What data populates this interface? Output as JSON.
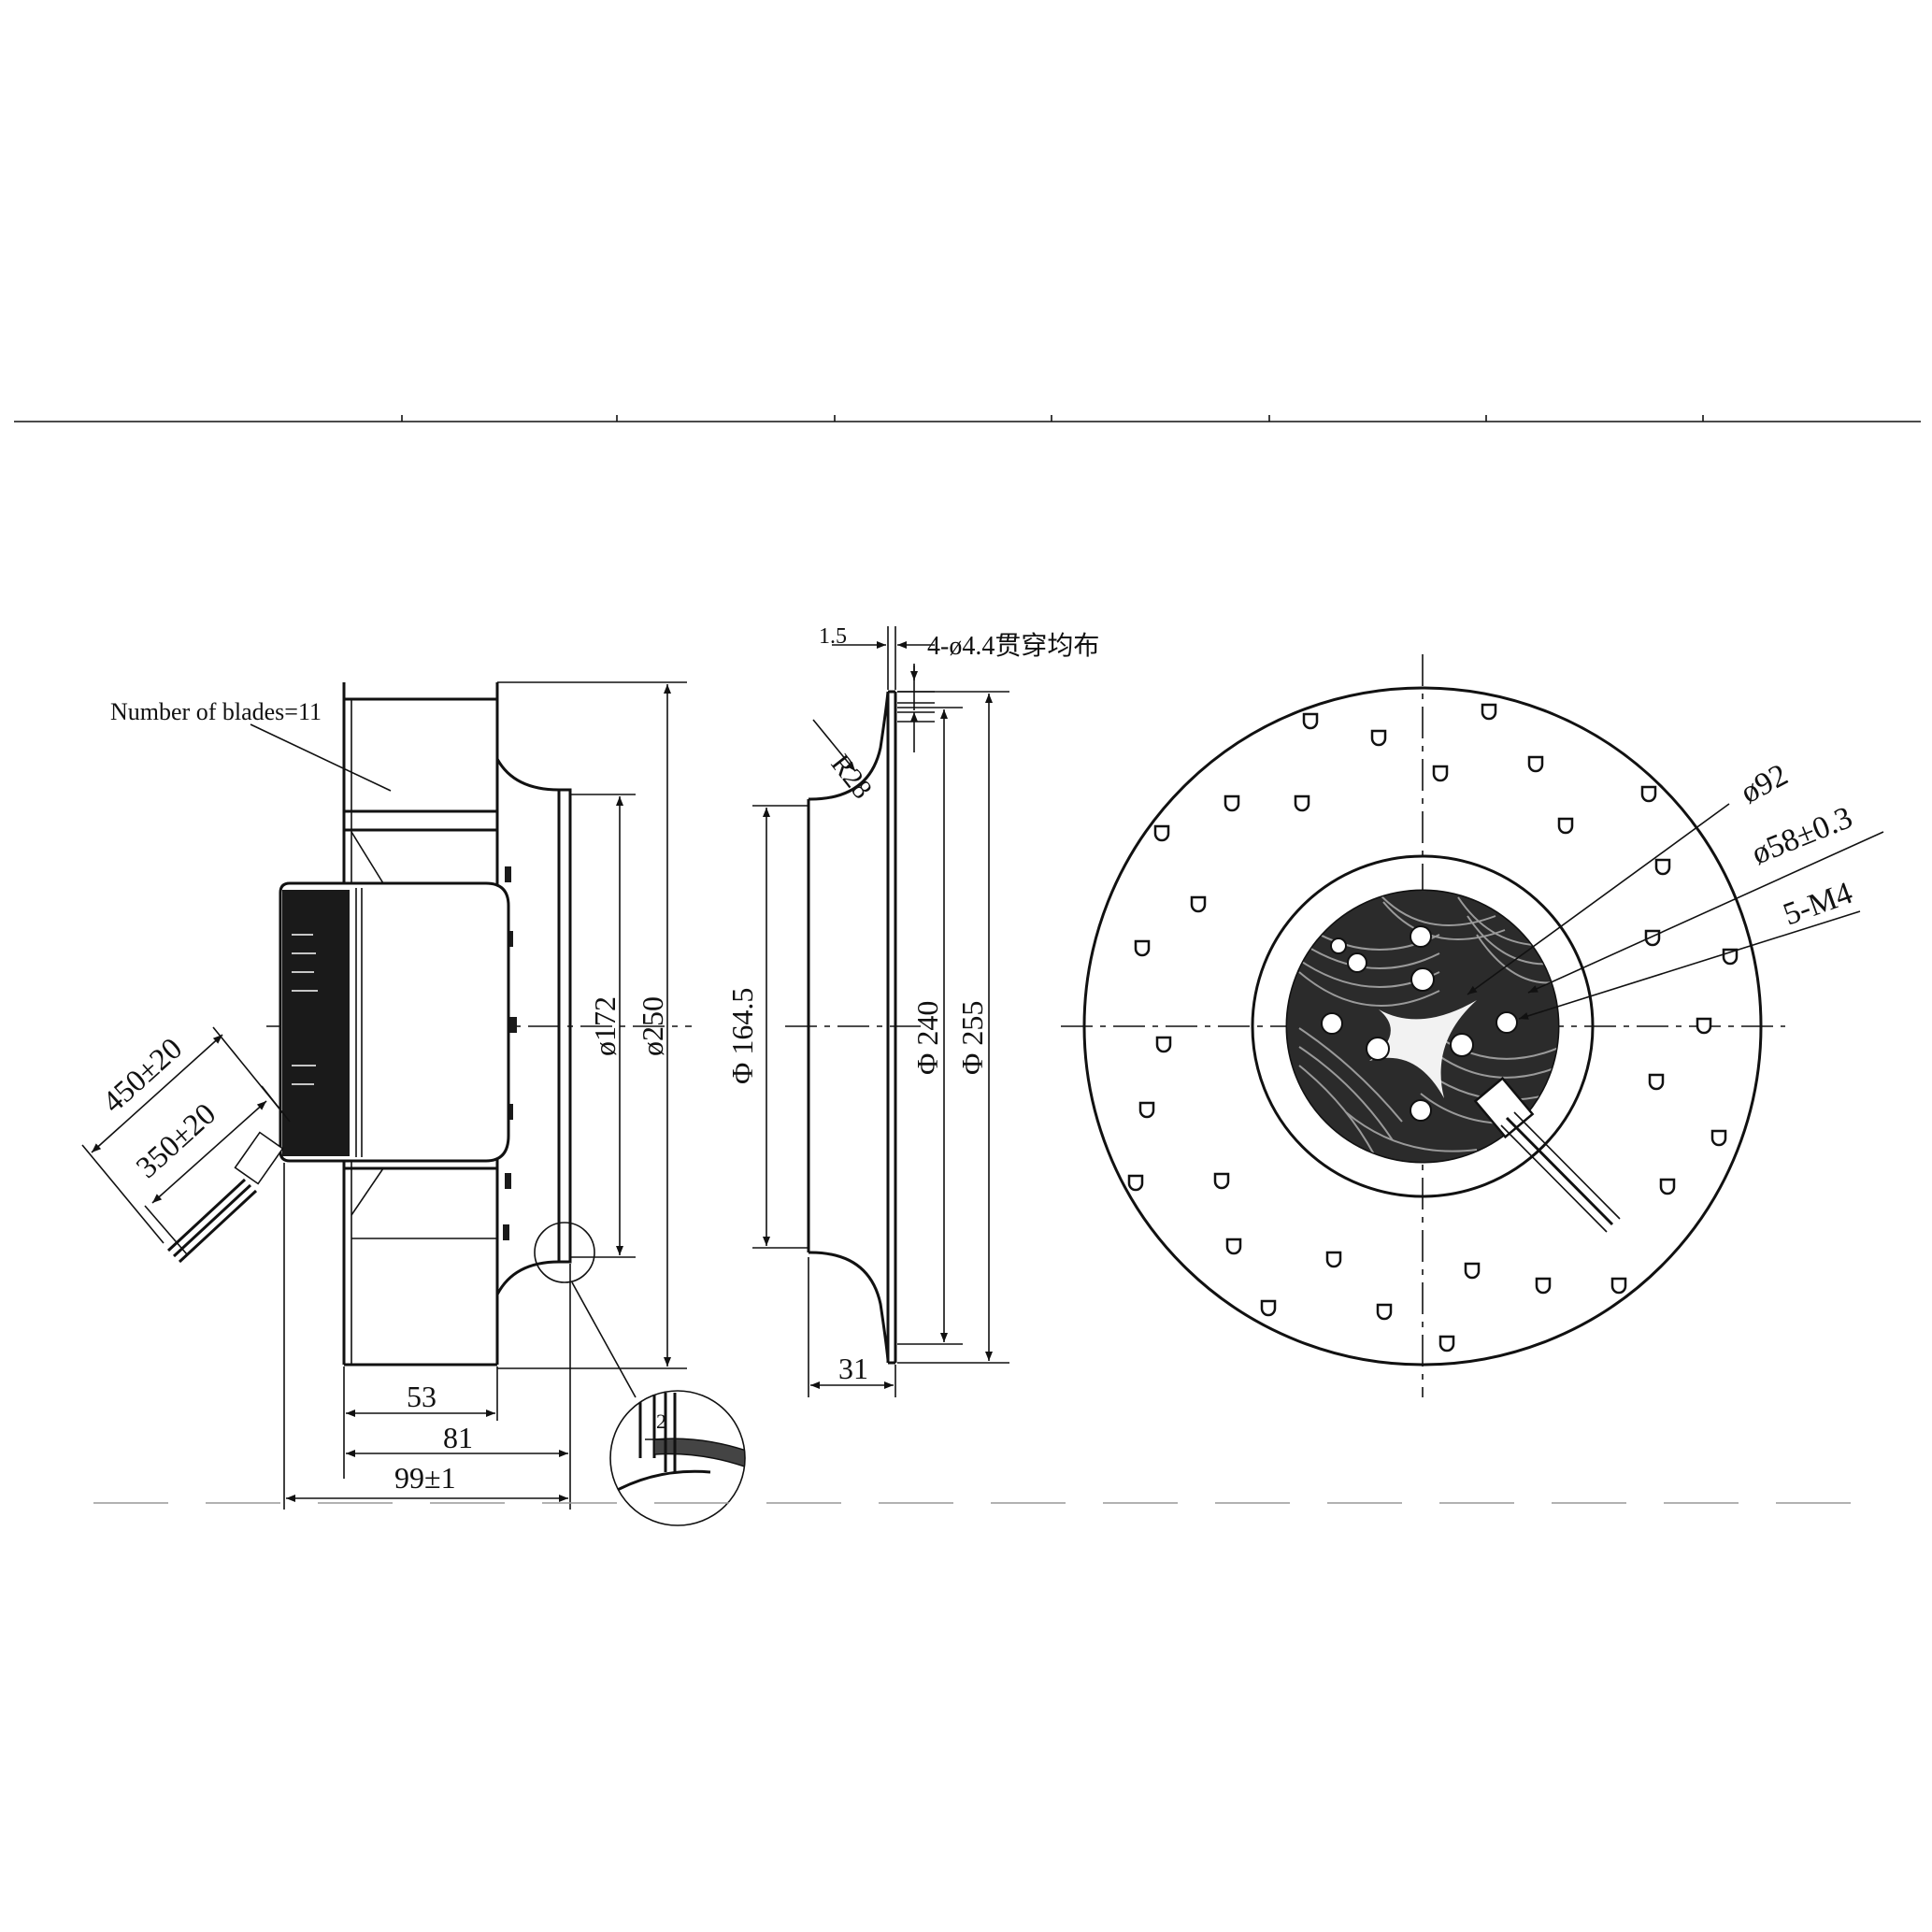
{
  "drawing": {
    "side_view": {
      "blade_note": "Number of blades=11",
      "cable_total": "450±20",
      "cable_free": "350±20",
      "dim_inlet_dia": "ø172",
      "dim_outer_dia": "ø250",
      "dim_height_53": "53",
      "dim_height_81": "81",
      "dim_total_height": "99±1",
      "detail_thickness": "2"
    },
    "ring_view": {
      "top_small": "1.5",
      "holes_note": "4-ø4.4贯穿均布",
      "radius": "R28",
      "dim_inner": "Φ 164.5",
      "dim_mid": "Φ 240",
      "dim_outer": "Φ 255",
      "dim_width": "31"
    },
    "front_view": {
      "dim_92": "ø92",
      "dim_58": "ø58±0.3",
      "dim_m4": "5-M4"
    }
  }
}
